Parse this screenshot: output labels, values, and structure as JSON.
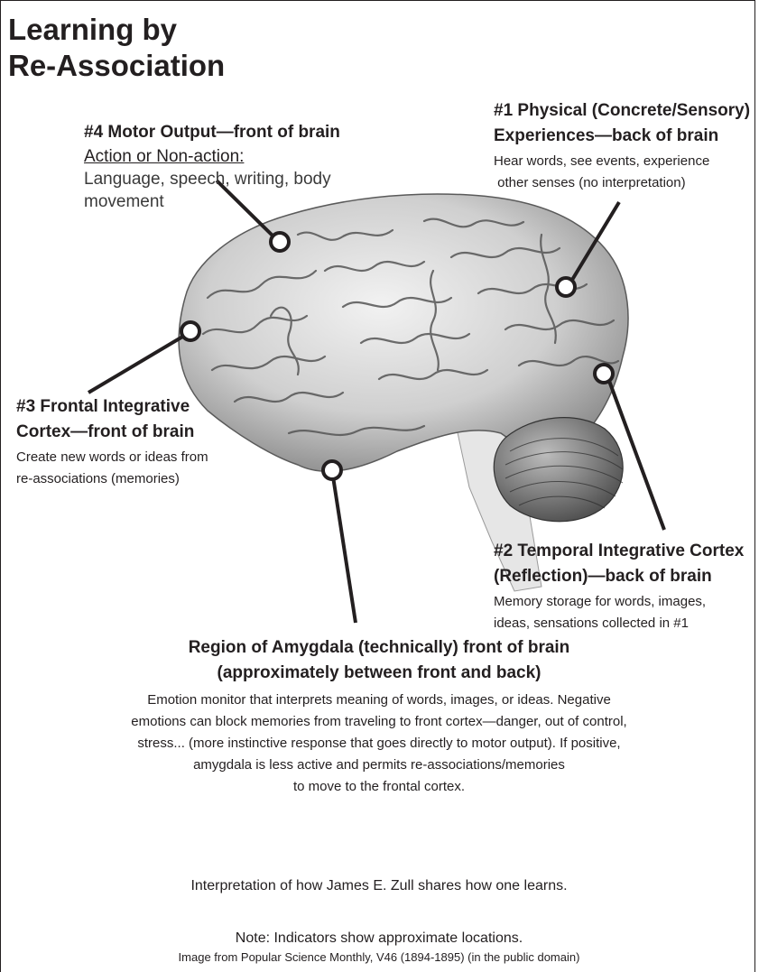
{
  "title": {
    "line1": "Learning by",
    "line2": "Re-Association"
  },
  "callouts": {
    "motor": {
      "heading": "#4 Motor Output—front of brain",
      "subheading": "Action or Non-action:",
      "text": [
        "Language, speech, writing, body",
        "movement"
      ]
    },
    "physical": {
      "heading": [
        "#1 Physical (Concrete/Sensory)",
        "Experiences—back of brain"
      ],
      "text": [
        "Hear words, see events, experience",
        " other senses (no interpretation)"
      ]
    },
    "frontal": {
      "heading": [
        "#3 Frontal Integrative",
        "Cortex—front of brain"
      ],
      "text": [
        "Create new words or ideas from",
        "re-associations (memories)"
      ]
    },
    "temporal": {
      "heading": [
        "#2 Temporal Integrative Cortex",
        "(Reflection)—back of brain"
      ],
      "text": [
        "Memory storage for words, images,",
        "ideas, sensations collected in #1"
      ]
    },
    "amygdala": {
      "heading": [
        "Region of Amygdala (technically) front of brain",
        "(approximately between front and back)"
      ],
      "text": [
        "Emotion monitor that interprets meaning of words, images, or ideas. Negative",
        "emotions can block memories from traveling to front cortex—danger, out of control,",
        "stress... (more instinctive response that goes directly to motor output). If positive,",
        "amygdala is less active and permits re-associations/memories",
        "to move to the frontal cortex."
      ]
    }
  },
  "footer": {
    "interpretation": "Interpretation of how James E. Zull shares how one learns.",
    "note": "Note: Indicators show approximate locations.",
    "credit": "Image from Popular Science Monthly, V46 (1894-1895) (in the public domain)"
  },
  "colors": {
    "ink": "#231f20",
    "brain_fill": "#d9d9d9",
    "brain_shadow": "#6b6b6b"
  }
}
